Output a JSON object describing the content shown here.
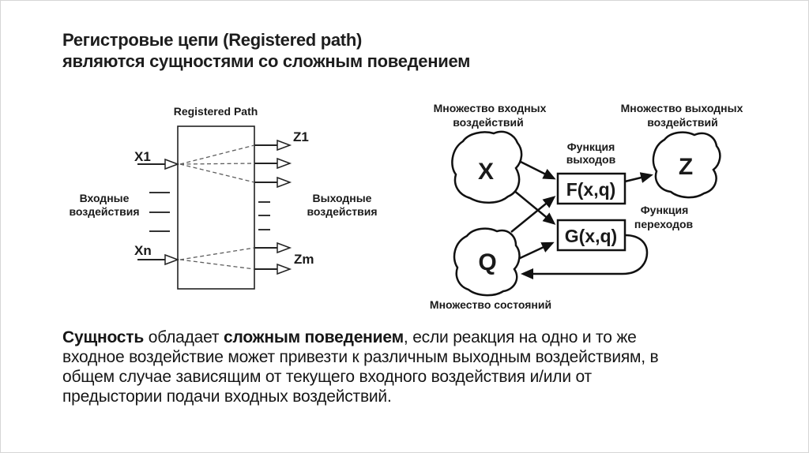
{
  "slide": {
    "title_line1": "Регистровые цепи (Registered path)",
    "title_line2": "являются сущностями со сложным поведением"
  },
  "left_diagram": {
    "title": "Registered Path",
    "input_top": "X1",
    "input_bottom": "Xn",
    "output_top": "Z1",
    "output_bottom": "Zm",
    "inputs_label_line1": "Входные",
    "inputs_label_line2": "воздействия",
    "outputs_label_line1": "Выходные",
    "outputs_label_line2": "воздействия"
  },
  "right_diagram": {
    "inputs_set_label_line1": "Множество входных",
    "inputs_set_label_line2": "воздействий",
    "outputs_set_label_line1": "Множество выходных",
    "outputs_set_label_line2": "воздействий",
    "states_set_label": "Множество состояний",
    "output_function_label_line1": "Функция",
    "output_function_label_line2": "выходов",
    "transition_function_label_line1": "Функция",
    "transition_function_label_line2": "переходов",
    "set_x": "X",
    "set_z": "Z",
    "set_q": "Q",
    "output_function": "F(x,q)",
    "transition_function": "G(x,q)"
  },
  "body": {
    "line1_bold1": "Сущность",
    "line1_text1": " обладает ",
    "line1_bold2": "сложным поведением",
    "line1_text2": ", если реакция на одно и то же",
    "line2": "входное воздействие может привезти к различным выходным воздействиям, в",
    "line3": "общем случае зависящим от текущего входного воздействия и/или от",
    "line4": "предыстории подачи входных воздействий."
  },
  "colors": {
    "text": "#1a1a1a",
    "diagram_stroke": "#111111",
    "dashed_line": "#5e5e5e",
    "slide_border": "#d6d6d6",
    "background": "#ffffff"
  }
}
